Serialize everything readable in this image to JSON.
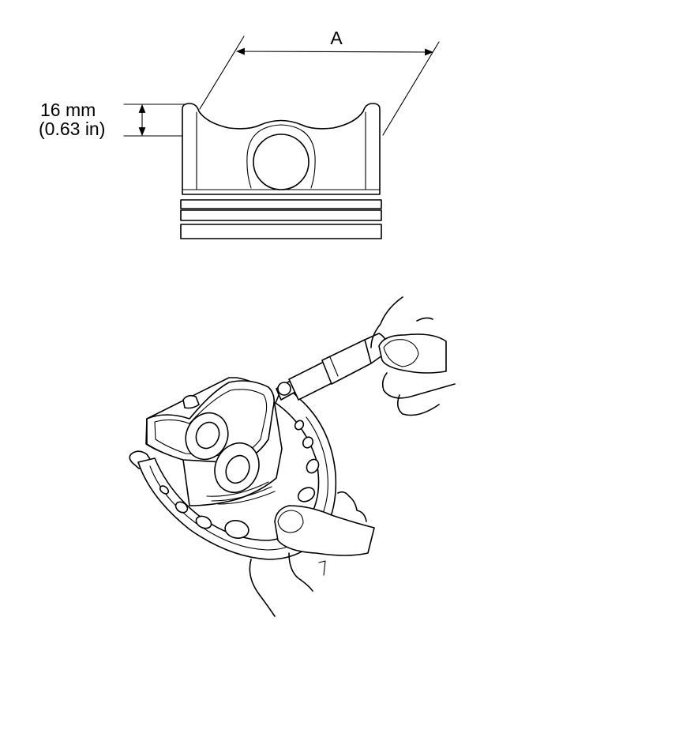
{
  "diagram": {
    "dimension_top_label": "A",
    "height_value_metric": "16 mm",
    "height_value_imperial": "(0.63 in)",
    "line_color": "#000000",
    "background_color": "#ffffff"
  }
}
